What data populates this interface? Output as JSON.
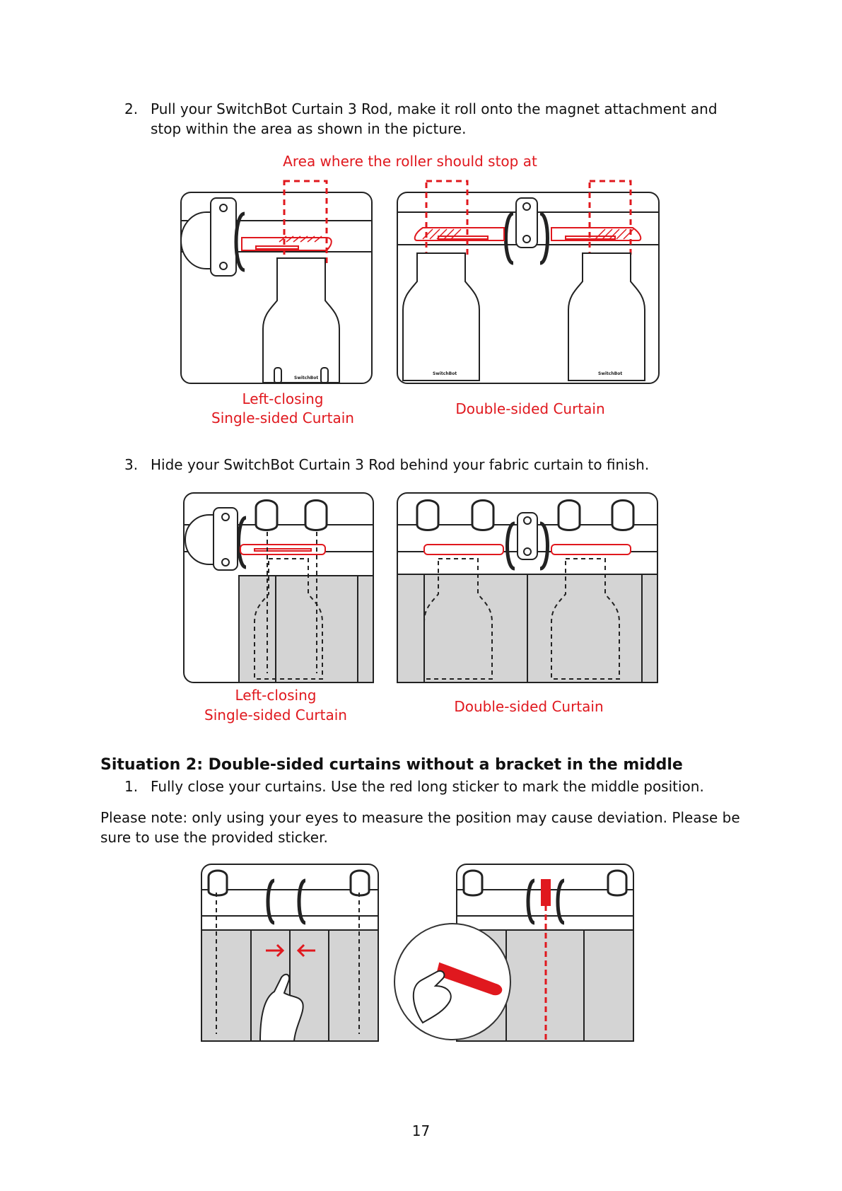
{
  "steps": [
    {
      "num": "2.",
      "text": "Pull your SwitchBot Curtain 3 Rod, make it roll onto the magnet attachment and stop within the area as shown in the picture."
    },
    {
      "num": "3.",
      "text": "Hide your SwitchBot Curtain 3 Rod behind your fabric curtain to finish."
    },
    {
      "num": "1.",
      "text": "Fully close your curtains. Use the red long sticker to mark the middle position."
    }
  ],
  "labels": {
    "roller_area": "Area where the roller should stop at",
    "left_closing": "Left-closing",
    "single_sided": "Single-sided Curtain",
    "double_sided": "Double-sided Curtain",
    "device_brand": "SwitchBot"
  },
  "heading": "Situation 2: Double-sided curtains without a bracket in the middle",
  "note": "Please note: only using your eyes to measure the position may cause deviation. Please be sure to use the provided sticker.",
  "page_number": "17",
  "colors": {
    "accent": "#e0181e",
    "curtain_fill": "#d4d4d4",
    "line": "#222222"
  }
}
